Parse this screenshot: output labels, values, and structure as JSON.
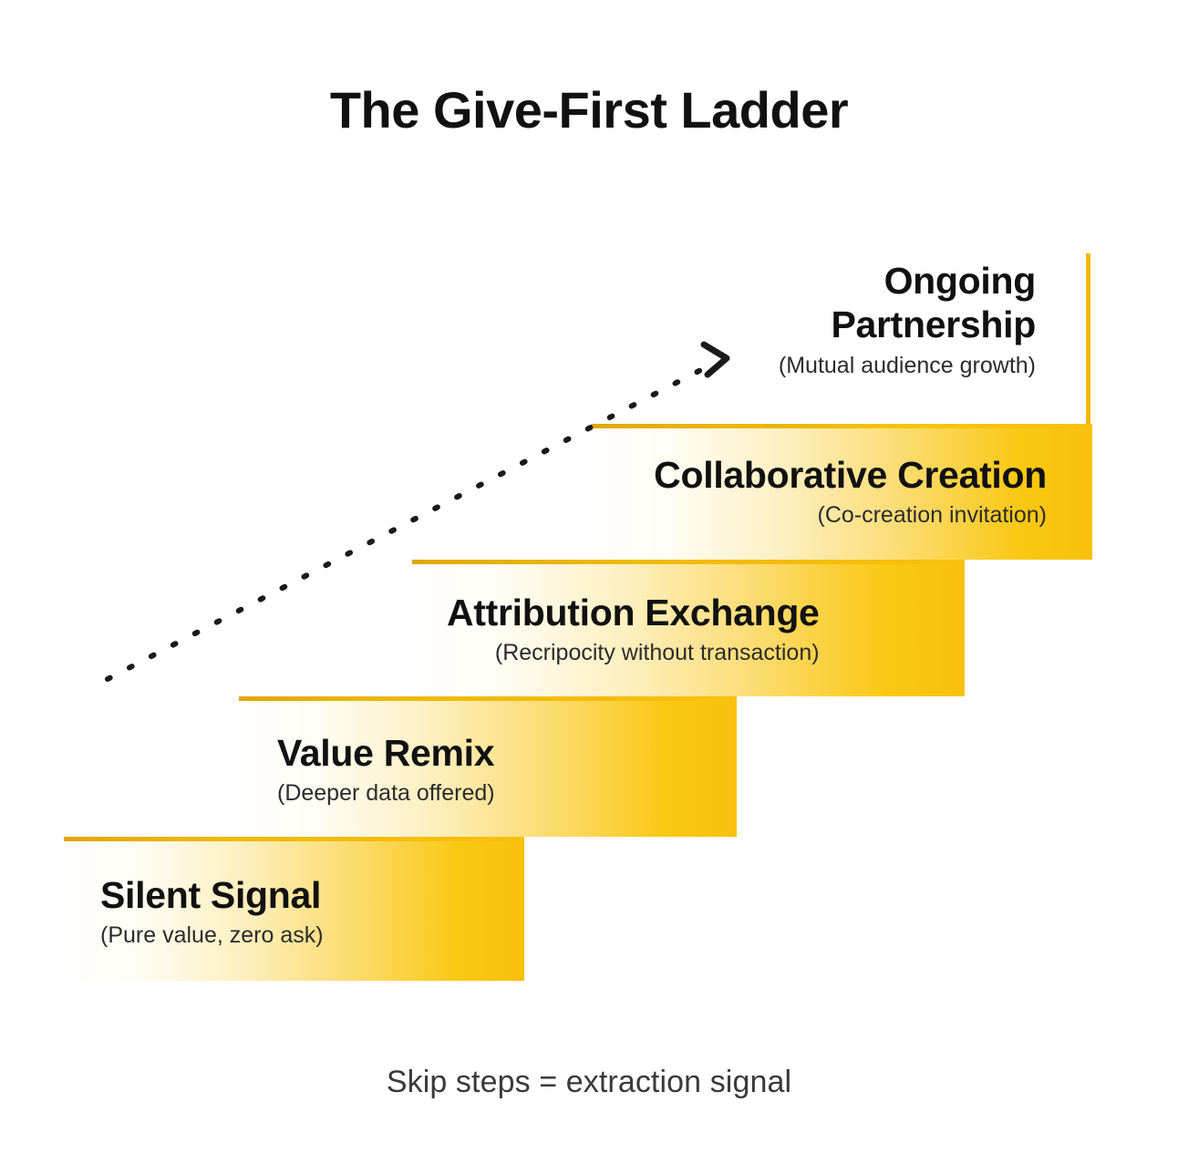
{
  "title": "The Give-First Ladder",
  "footer": "Skip steps = extraction signal",
  "colors": {
    "gold": "#f9c00c",
    "gold_dark": "#e0a800",
    "ink": "#111111",
    "sub_ink": "#2c2c2c",
    "background": "#ffffff",
    "arrow": "#1a1a1a"
  },
  "arrow": {
    "name": "progression-arrow",
    "style": "dashed-diagonal-with-arrowhead",
    "from": [
      118,
      745
    ],
    "to": [
      795,
      393
    ]
  },
  "chart_data": {
    "type": "bar",
    "title": "The Give-First Ladder",
    "xlabel": "",
    "ylabel": "",
    "categories": [
      "Silent Signal",
      "Value Remix",
      "Attribution Exchange",
      "Collaborative Creation",
      "Ongoing Partnership"
    ],
    "values": [
      1,
      2,
      3,
      4,
      5
    ],
    "annotations": [
      "(Pure value, zero ask)",
      "(Deeper data offered)",
      "(Recripocity without transaction)",
      "(Co-creation invitation)",
      "(Mutual audience growth)"
    ],
    "note": "Skip steps = extraction signal",
    "legend": "none",
    "grid": false
  },
  "steps": [
    {
      "index": 1,
      "label": "Silent Signal",
      "sub": "(Pure value, zero ask)",
      "filled": true
    },
    {
      "index": 2,
      "label": "Value Remix",
      "sub": "(Deeper data offered)",
      "filled": true
    },
    {
      "index": 3,
      "label": "Attribution Exchange",
      "sub": "(Recripocity without transaction)",
      "filled": true
    },
    {
      "index": 4,
      "label": "Collaborative Creation",
      "sub": "(Co-creation invitation)",
      "filled": true
    },
    {
      "index": 5,
      "label_line1": "Ongoing",
      "label_line2": "Partnership",
      "sub": "(Mutual audience growth)",
      "filled": false
    }
  ]
}
